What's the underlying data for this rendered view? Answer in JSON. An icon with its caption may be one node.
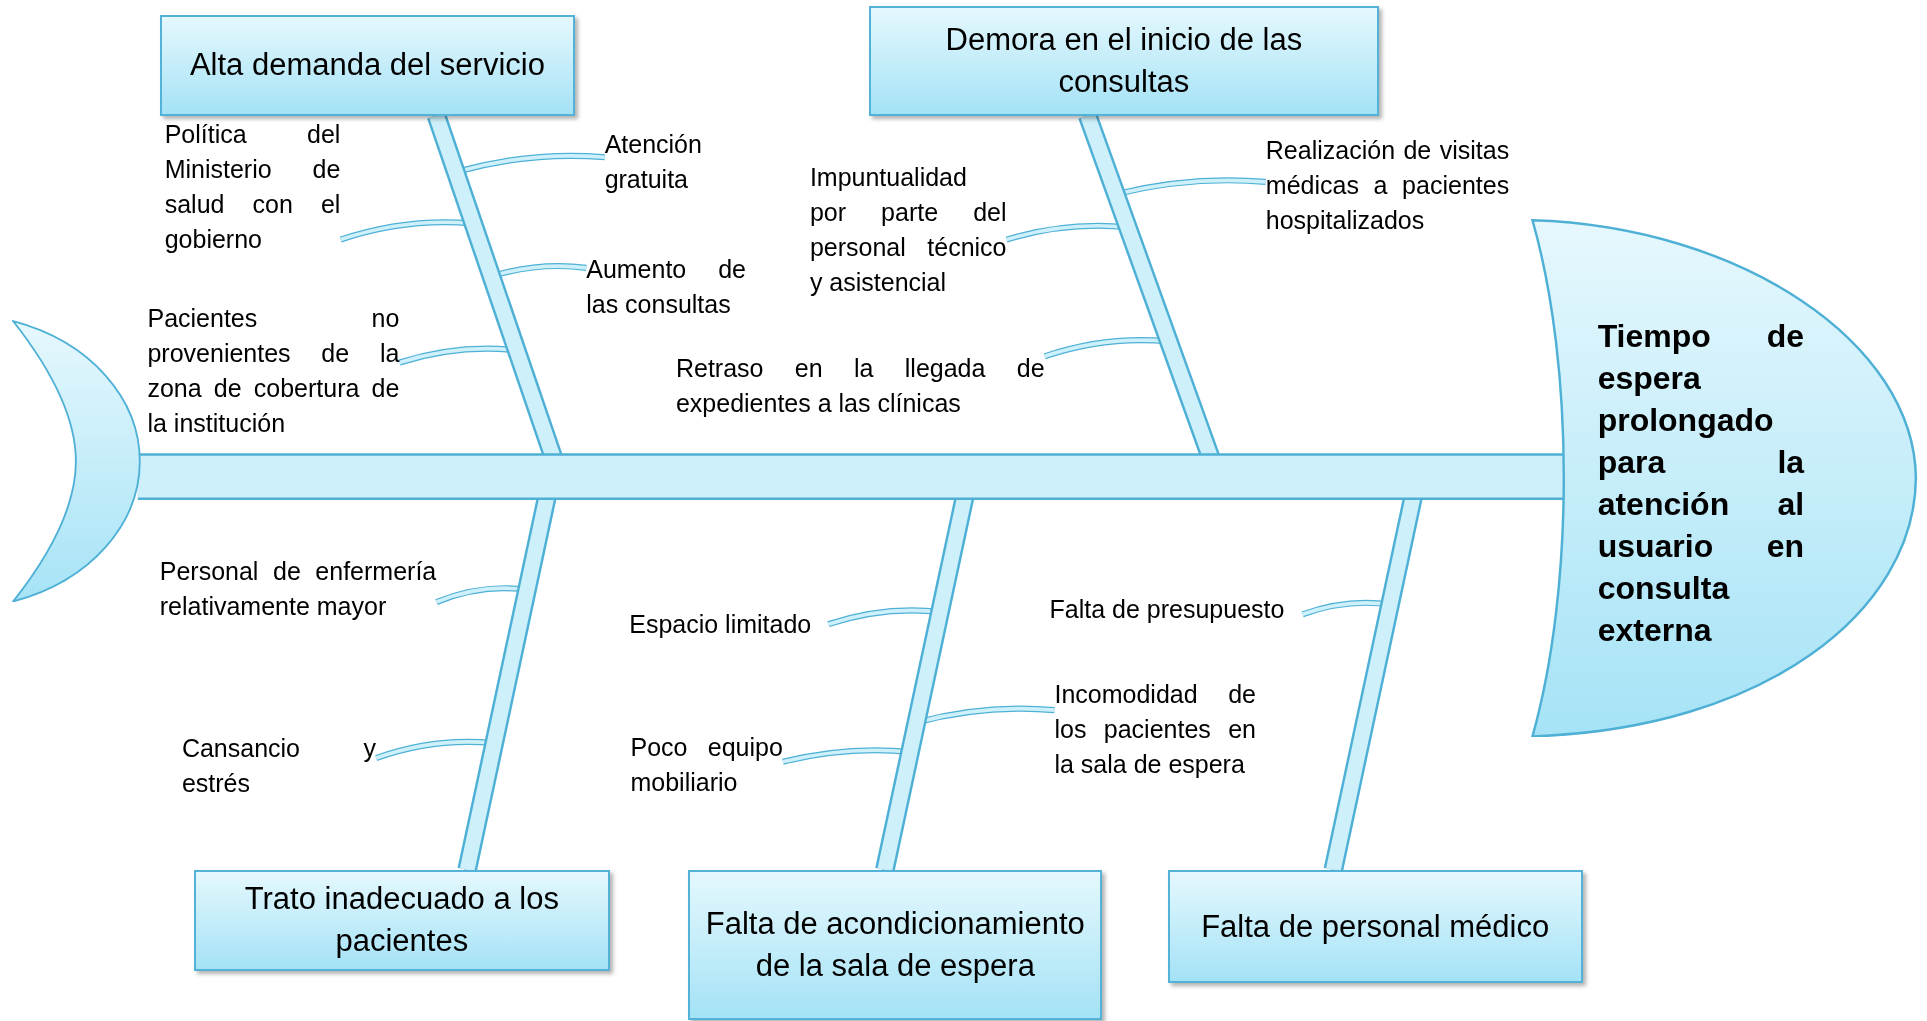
{
  "diagram": {
    "nodes": [
      {
        "text": [
          "Tiempo de espera prolongado para la atención al usuario en consulta externa"
        ]
      },
      {
        "text": [],
        "shape": "crescent"
      },
      {
        "text": [
          "Alta demanda del servicio"
        ]
      },
      {
        "text": [
          "Demora en el inicio de las consultas"
        ]
      },
      {
        "text": [
          "Trato inadecuado a los pacientes"
        ]
      },
      {
        "text": [
          "Falta de acondicionamiento de la sala de espera"
        ]
      },
      {
        "text": [
          "Falta de personal médico"
        ]
      },
      {
        "text": [
          "Política del Ministerio de salud con el gobierno"
        ]
      },
      {
        "text": [
          "Atención gratuita"
        ]
      },
      {
        "text": [
          "Aumento de las consultas"
        ]
      },
      {
        "text": [
          "Pacientes no provenientes de la zona de cobertura de la institución"
        ]
      },
      {
        "text": [
          "Impuntualidad por parte del personal técnico y asistencial"
        ]
      },
      {
        "text": [
          "Realización de visitas médicas a pacientes hospitalizados"
        ]
      },
      {
        "text": [
          "Retraso en la llegada de expedientes a las clínicas"
        ]
      },
      {
        "text": [
          "Personal de enfermería relativamente mayor"
        ]
      },
      {
        "text": [
          "Cansancio y estrés"
        ]
      },
      {
        "text": [
          "Espacio limitado"
        ]
      },
      {
        "text": [
          "Poco equipo mobiliario"
        ]
      },
      {
        "text": [
          "Incomodidad de los pacientes en la sala de espera"
        ]
      },
      {
        "text": [
          "Falta de presupuesto"
        ]
      }
    ],
    "edges": [
      {
        "from": 1,
        "to": 0,
        "arrow": "none",
        "style": "thick"
      },
      {
        "from": 2,
        "to": 0,
        "arrow": "none",
        "style": "thick"
      },
      {
        "from": 3,
        "to": 0,
        "arrow": "none",
        "style": "thick"
      },
      {
        "from": 4,
        "to": 0,
        "arrow": "none",
        "style": "thick"
      },
      {
        "from": 5,
        "to": 0,
        "arrow": "none",
        "style": "thick"
      },
      {
        "from": 6,
        "to": 0,
        "arrow": "none",
        "style": "thick"
      },
      {
        "from": 7,
        "to": 2,
        "arrow": "none"
      },
      {
        "from": 8,
        "to": 2,
        "arrow": "none"
      },
      {
        "from": 9,
        "to": 2,
        "arrow": "none"
      },
      {
        "from": 10,
        "to": 2,
        "arrow": "none"
      },
      {
        "from": 11,
        "to": 3,
        "arrow": "none"
      },
      {
        "from": 12,
        "to": 3,
        "arrow": "none"
      },
      {
        "from": 13,
        "to": 3,
        "arrow": "none"
      },
      {
        "from": 14,
        "to": 4,
        "arrow": "none"
      },
      {
        "from": 15,
        "to": 4,
        "arrow": "none"
      },
      {
        "from": 16,
        "to": 5,
        "arrow": "none"
      },
      {
        "from": 17,
        "to": 5,
        "arrow": "none"
      },
      {
        "from": 18,
        "to": 5,
        "arrow": "none"
      },
      {
        "from": 19,
        "to": 6,
        "arrow": "none"
      }
    ]
  }
}
